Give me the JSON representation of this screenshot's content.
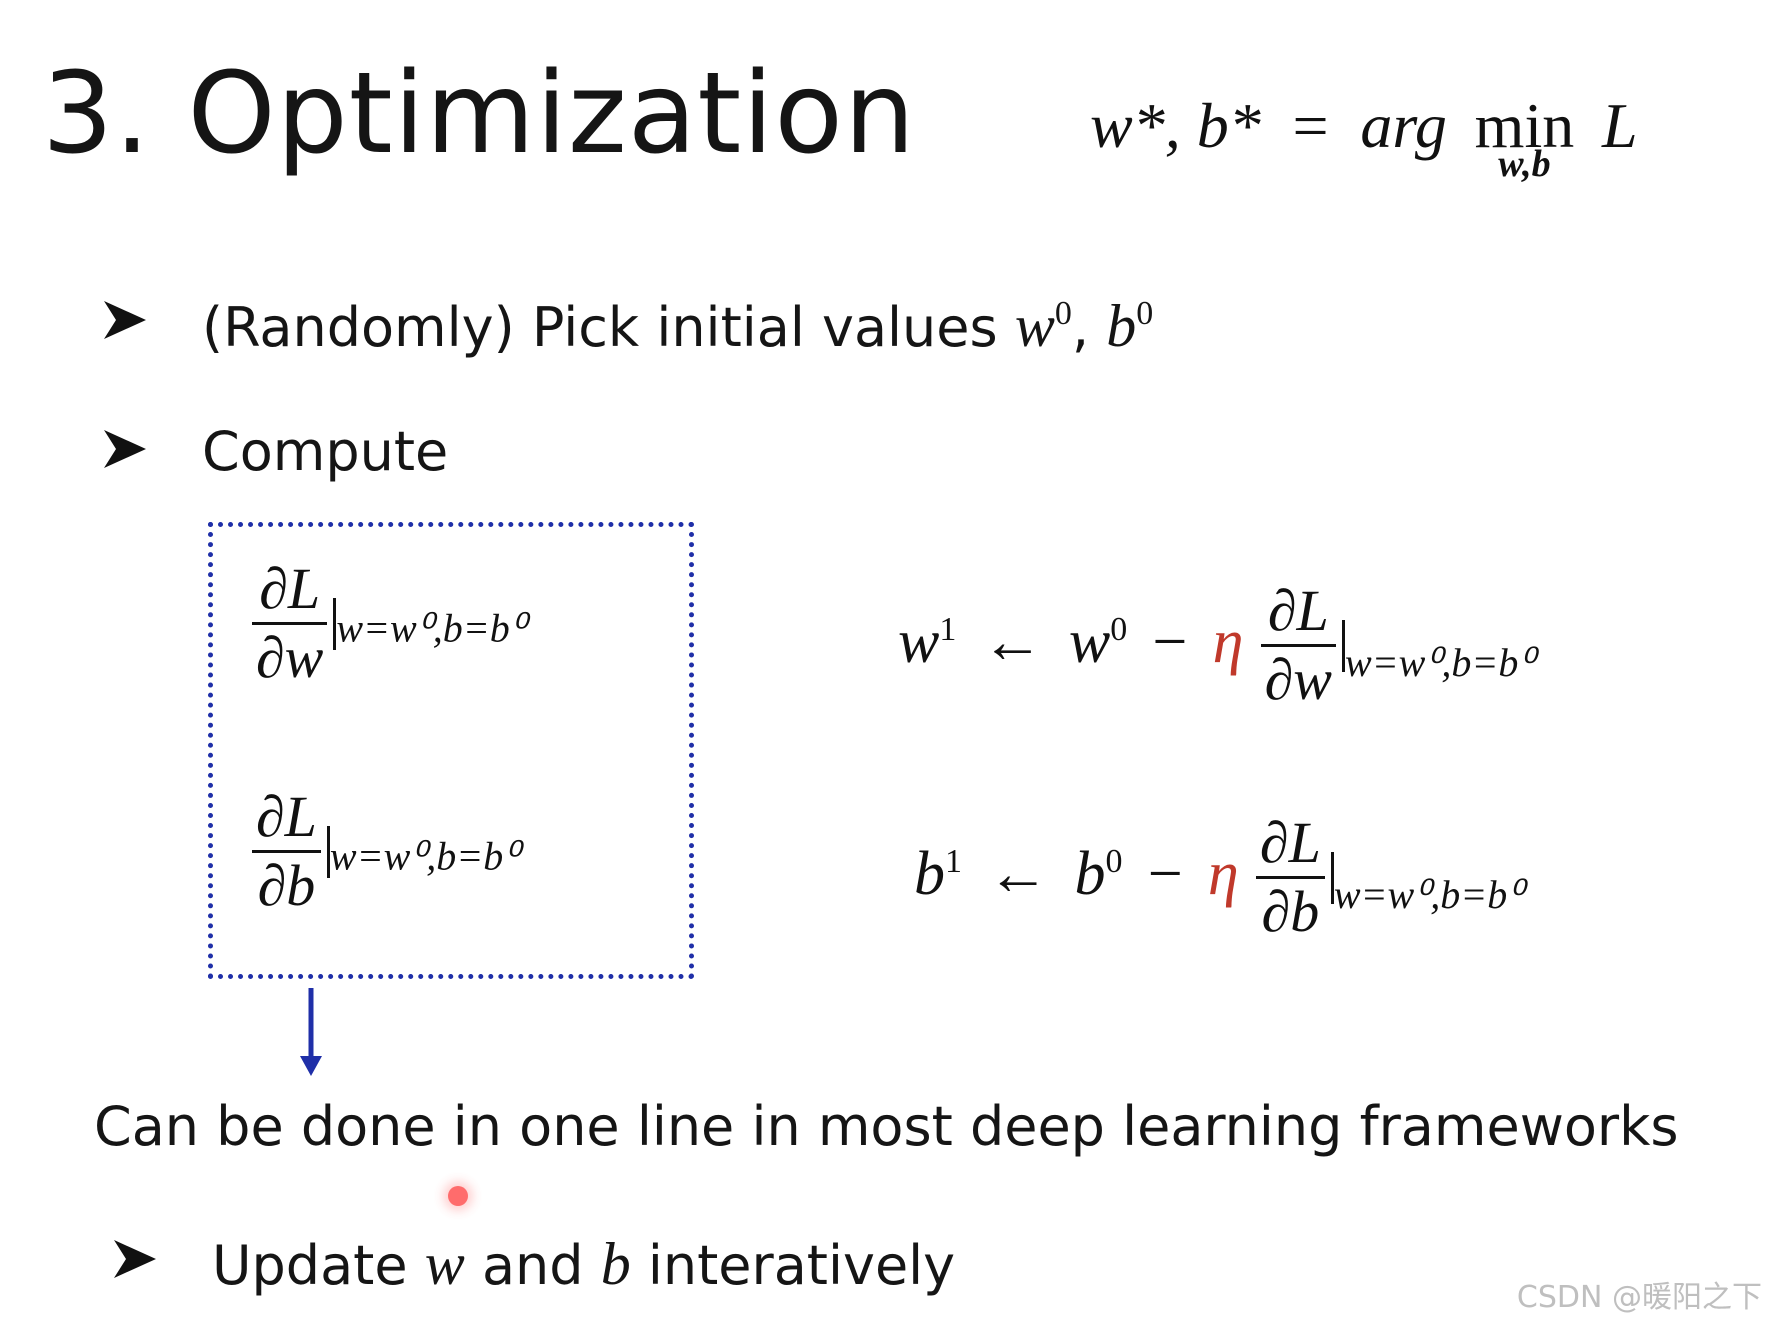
{
  "slide": {
    "title": "3. Optimization",
    "objective": {
      "lhs": "w*, b*",
      "eq": "=",
      "arg": "arg",
      "min": "min",
      "min_sub": "w,b",
      "target": "L"
    },
    "bullets": [
      {
        "text": "(Randomly) Pick initial values",
        "math": "w",
        "math_sup": "0",
        "sep": ",",
        "math2": "b",
        "math2_sup": "0"
      },
      {
        "text": "Compute"
      },
      {
        "text_a": "Update",
        "math_a": "w",
        "text_b": "and",
        "math_b": "b",
        "text_c": "interatively"
      }
    ],
    "gradients": {
      "w": {
        "num": "∂L",
        "den": "∂w",
        "eval": "w=w⁰,b=b⁰"
      },
      "b": {
        "num": "∂L",
        "den": "∂b",
        "eval": "w=w⁰,b=b⁰"
      }
    },
    "updates": {
      "w": {
        "lhs": "w",
        "lhs_sup": "1",
        "arrow": "←",
        "rhs": "w",
        "rhs_sup": "0",
        "minus": "−",
        "eta": "η",
        "num": "∂L",
        "den": "∂w",
        "eval": "w=w⁰,b=b⁰"
      },
      "b": {
        "lhs": "b",
        "lhs_sup": "1",
        "arrow": "←",
        "rhs": "b",
        "rhs_sup": "0",
        "minus": "−",
        "eta": "η",
        "num": "∂L",
        "den": "∂b",
        "eval": "w=w⁰,b=b⁰"
      }
    },
    "note": "Can be done in one line in most deep learning frameworks",
    "colors": {
      "box": "#1f2fa8",
      "eta": "#c0392b",
      "arrow": "#1f2fa8"
    },
    "icons": [
      "arrowhead-bullet-icon",
      "down-arrow-icon"
    ]
  },
  "watermark": "CSDN @暖阳之下"
}
